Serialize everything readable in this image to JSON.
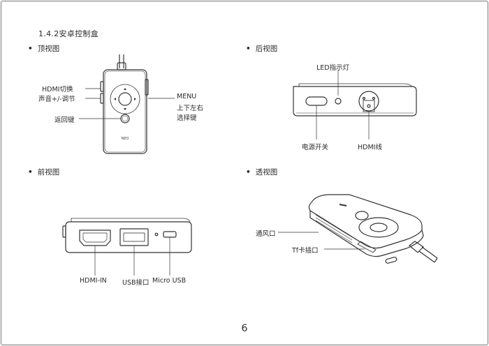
{
  "page": {
    "section_title": "1.4.2安卓控制盒",
    "page_number": "6"
  },
  "views": {
    "top": {
      "title": "顶视图",
      "labels": {
        "hdmi_switch": "HDMI切换",
        "volume": "声音+/-调节",
        "back_key": "返回键",
        "menu": "MENU",
        "direction": "上下左右",
        "select_key": "选择键",
        "brand_mark": "NEO"
      }
    },
    "rear": {
      "title": "后视图",
      "labels": {
        "led": "LED指示灯",
        "power_switch": "电源开关",
        "hdmi_cable": "HDMI线"
      }
    },
    "front": {
      "title": "前视图",
      "labels": {
        "hdmi_in": "HDMI-IN",
        "usb_port": "USB接口",
        "micro_usb": "Micro USB"
      }
    },
    "perspective": {
      "title": "透视图",
      "labels": {
        "vent": "通风口",
        "tf_slot": "Tf卡插口"
      }
    }
  },
  "colors": {
    "line": "#333333",
    "text": "#2a2a2a"
  }
}
